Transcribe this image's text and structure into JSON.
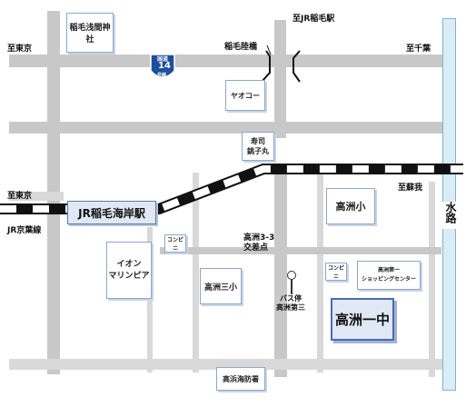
{
  "map": {
    "title": "",
    "directions": {
      "top_left": "至東京",
      "top_center": "至JR稲毛駅",
      "top_right": "至千葉",
      "left_mid": "至東京",
      "left_jr": "JR京葉線",
      "right_mid": "至蘇我",
      "inage_bridge": "稲毛陸橋"
    },
    "route_shield": {
      "top": "国道",
      "number": "14",
      "bottom": "号線"
    },
    "water": {
      "label": "水路"
    },
    "places": {
      "shrine": "稲毛浅間神社",
      "yaoko": "ヤオコー",
      "sushi": "寿司\n銚子丸",
      "station": "JR稲毛海岸駅",
      "aeon": "イオン\nマリンピア",
      "conveni_left": "コンビニ",
      "conveni_right": "コンビニ",
      "takasu_sho": "高洲小",
      "takasu_3sho": "高洲三小",
      "intersection": "高洲3-3\n交差点",
      "bus_stop": "バス停\n高洲第三",
      "shopping_center": "高洲第一\nショッピングセンター",
      "school_main": "高洲一中",
      "levee": "高浜海防署"
    }
  }
}
